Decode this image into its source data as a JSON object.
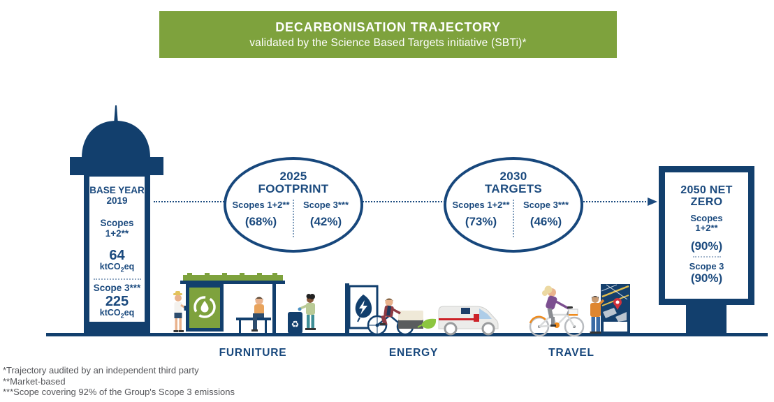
{
  "header": {
    "title": "DECARBONISATION TRAJECTORY",
    "subtitle": "validated by the Science Based Targets initiative (SBTi)*"
  },
  "base_year": {
    "title_line1": "BASE YEAR",
    "title_line2": "2019",
    "scopes12_label_line1": "Scopes",
    "scopes12_label_line2": "1+2**",
    "scopes12_value": "64",
    "scopes12_unit": {
      "prefix": "ktCO",
      "sub": "2",
      "suffix": "eq"
    },
    "scope3_label": "Scope 3***",
    "scope3_value": "225",
    "scope3_unit": {
      "prefix": "ktCO",
      "sub": "2",
      "suffix": "eq"
    }
  },
  "milestones": [
    {
      "year": "2025",
      "name": "FOOTPRINT",
      "scopes12_label": "Scopes 1+2**",
      "scopes12_value": "(68%)",
      "scope3_label": "Scope 3***",
      "scope3_value": "(42%)"
    },
    {
      "year": "2030",
      "name": "TARGETS",
      "scopes12_label": "Scopes 1+2**",
      "scopes12_value": "(73%)",
      "scope3_label": "Scope 3***",
      "scope3_value": "(46%)"
    }
  ],
  "net_zero": {
    "title_line1": "2050 NET",
    "title_line2": "ZERO",
    "scopes12_label_line1": "Scopes",
    "scopes12_label_line2": "1+2**",
    "scopes12_value": "(90%)",
    "scope3_label": "Scope 3",
    "scope3_value": "(90%)"
  },
  "sections": [
    {
      "label": "FURNITURE"
    },
    {
      "label": "ENERGY"
    },
    {
      "label": "TRAVEL"
    }
  ],
  "footnotes": [
    "*Trajectory audited by an independent third party",
    "**Market-based",
    "***Scope covering 92% of the Group's Scope 3 emissions"
  ],
  "icons": {
    "recycle_symbol": "♻",
    "names": [
      "recycle-water-drop-icon",
      "leaf-lightning-icon",
      "exhaust-leaf-icon",
      "map-pin-icon",
      "arrow-right-icon",
      "recycle-bin-icon"
    ]
  },
  "colors": {
    "navy_structure": "#123f6d",
    "navy_text": "#1b4a7e",
    "banner_green": "#7ea23d",
    "leaf_green": "#8cc63f",
    "footnote_gray": "#55565a",
    "accent_red": "#cc2229",
    "accent_orange": "#ef8b1c"
  },
  "chart_data": {
    "type": "table",
    "title": "Decarbonisation trajectory validated by SBTi (reduction vs 2019 base year)",
    "base_year": {
      "year": 2019,
      "scopes_1_2_ktCO2eq": 64,
      "scope_3_ktCO2eq": 225
    },
    "milestones": [
      {
        "year": 2025,
        "label": "FOOTPRINT",
        "scopes_1_2_reduction_pct": 68,
        "scope_3_reduction_pct": 42
      },
      {
        "year": 2030,
        "label": "TARGETS",
        "scopes_1_2_reduction_pct": 73,
        "scope_3_reduction_pct": 46
      },
      {
        "year": 2050,
        "label": "NET ZERO",
        "scopes_1_2_reduction_pct": 90,
        "scope_3_reduction_pct": 90
      }
    ],
    "sectors": [
      "FURNITURE",
      "ENERGY",
      "TRAVEL"
    ]
  }
}
